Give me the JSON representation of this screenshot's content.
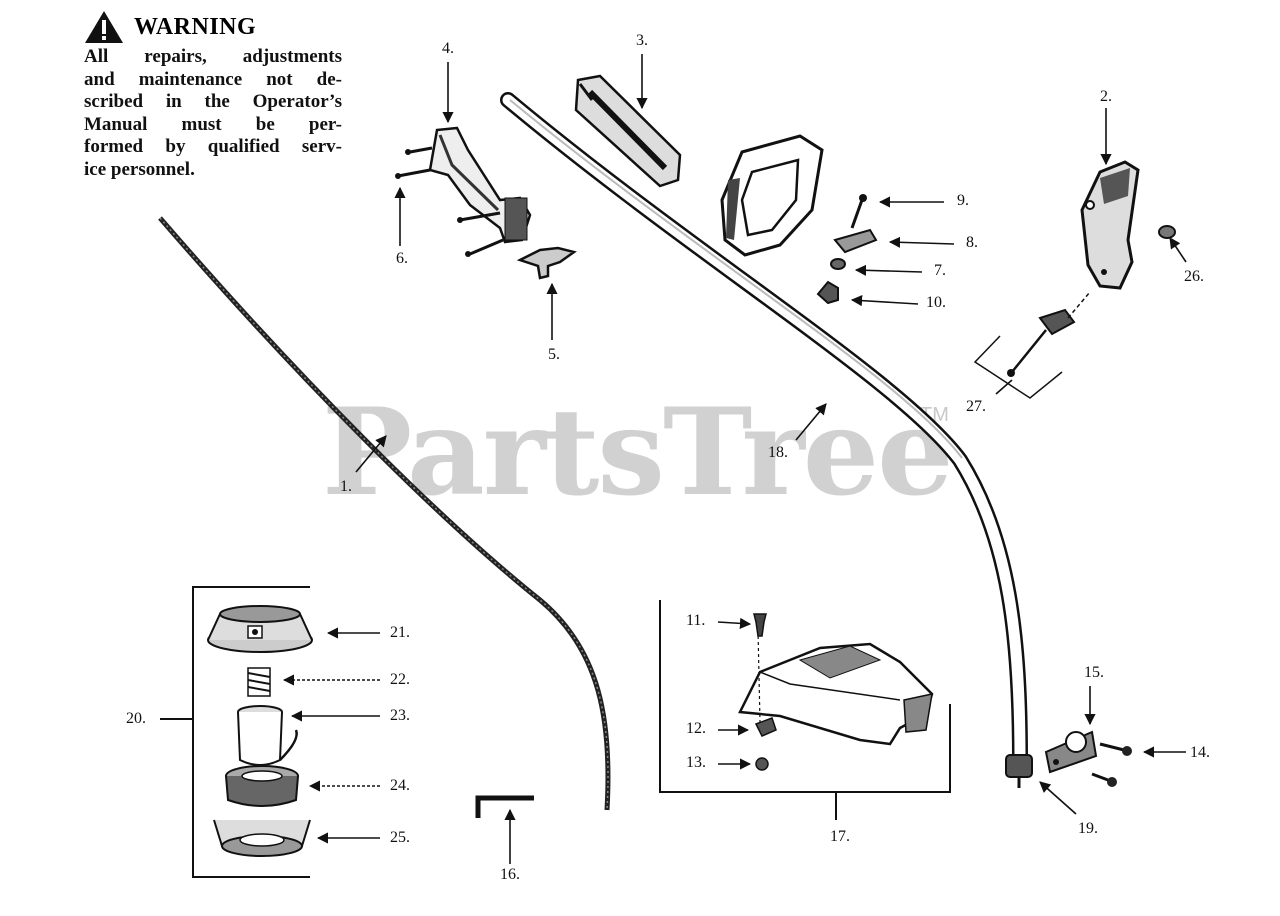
{
  "warning": {
    "title": "WARNING",
    "lines": [
      "All repairs, adjustments",
      "and maintenance not de-",
      "scribed in the Operator’s",
      "Manual must be per-",
      "formed by qualified serv-",
      "ice personnel."
    ]
  },
  "watermark": {
    "text": "PartsTree",
    "tm": "TM"
  },
  "labels": {
    "p1": "1.",
    "p2": "2.",
    "p3": "3.",
    "p4": "4.",
    "p5": "5.",
    "p6": "6.",
    "p7": "7.",
    "p8": "8.",
    "p9": "9.",
    "p10": "10.",
    "p11": "11.",
    "p12": "12.",
    "p13": "13.",
    "p14": "14.",
    "p15": "15.",
    "p16": "16.",
    "p17": "17.",
    "p18": "18.",
    "p19": "19.",
    "p20": "20.",
    "p21": "21.",
    "p22": "22.",
    "p23": "23.",
    "p24": "24.",
    "p25": "25.",
    "p26": "26.",
    "p27": "27."
  },
  "colors": {
    "ink": "#111111",
    "watermark": "#c9c9c9",
    "background": "#ffffff"
  }
}
